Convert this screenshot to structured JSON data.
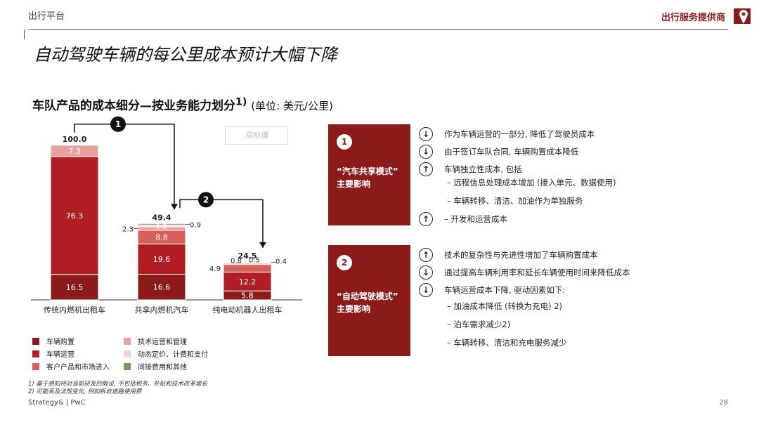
{
  "header": {
    "left": "出行平台",
    "right": "出行服务提供商"
  },
  "title": "自动驾驶车辆的每公里成本预计大幅下降",
  "subtitle": {
    "main": "车队产品的成本细分—按业务能力划分",
    "sup": "1)",
    "unit": "(单位: 美元/公里)"
  },
  "hint_box": "指标值",
  "chart_data": {
    "type": "bar",
    "stacked": true,
    "categories": [
      "传统内燃机出租车",
      "共享内燃机汽车",
      "纯电动机器人出租车"
    ],
    "totals": [
      100.0,
      49.4,
      24.5
    ],
    "series": [
      {
        "name": "车辆购置",
        "color": "#8b1a1a",
        "values": [
          16.5,
          16.6,
          5.8
        ]
      },
      {
        "name": "车辆运营",
        "color": "#b01e24",
        "values": [
          76.3,
          19.6,
          12.2
        ]
      },
      {
        "name": "客户产品和市场进入",
        "color": "#d9605a",
        "values": [
          0,
          8.8,
          4.9
        ]
      },
      {
        "name": "技术运营和管理",
        "color": "#e9a0a0",
        "values": [
          7.3,
          2.3,
          0.8
        ]
      },
      {
        "name": "动态定价、计费和支付",
        "color": "#f5d5d5",
        "values": [
          0,
          1.2,
          0.5
        ]
      },
      {
        "name": "间接费用和其他",
        "color": "#8f8a66",
        "values": [
          0,
          0.9,
          0.4
        ]
      }
    ],
    "labels": {
      "c0": [
        "16.5",
        "76.3",
        "7.3"
      ],
      "c1": [
        "16.6",
        "19.6",
        "8.8",
        "2.3",
        "1.2",
        "0.9"
      ],
      "c2": [
        "5.8",
        "12.2",
        "4.9",
        "0.8",
        "0.5",
        "0.4"
      ]
    },
    "total_labels": [
      "100.0",
      "49.4",
      "24.5"
    ],
    "step_markers": [
      "1",
      "2"
    ]
  },
  "legend": [
    {
      "label": "车辆购置",
      "color": "#8b1a1a"
    },
    {
      "label": "车辆运营",
      "color": "#b01e24"
    },
    {
      "label": "客户产品和市场进入",
      "color": "#d9605a"
    },
    {
      "label": "技术运营和管理",
      "color": "#e9a0a0"
    },
    {
      "label": "动态定价、计费和支付",
      "color": "#f5d5d5"
    },
    {
      "label": "间接费用和其他",
      "color": "#8f8a66"
    }
  ],
  "notes": [
    "1) 基于感知持对当前研发的假设, 不包括税务、补贴和技术改革增长",
    "2) 可能丢及法规变化, 例如拆收道路使用费"
  ],
  "panel1": {
    "badge": "1",
    "label_line1": "“汽车共享模式”",
    "label_line2": "主要影响",
    "rows": [
      {
        "arrow": "↓",
        "text": "作为车辆运营的一部分, 降低了驾驶员成本"
      },
      {
        "arrow": "↓",
        "text": "由于签订车队合同, 车辆购置成本降低"
      },
      {
        "arrow": "↑",
        "text": "车辆独立性成本, 包括"
      },
      {
        "arrow": "",
        "text": "–  远程信息处理成本增加 (接入单元、数据使用)"
      },
      {
        "arrow": "",
        "text": "–  车辆转移、清洁、加油作为单独服务"
      },
      {
        "arrow": "↑",
        "text": "–  开发和运营成本"
      }
    ]
  },
  "panel2": {
    "badge": "2",
    "label_line1": "“自动驾驶模式”",
    "label_line2": "主要影响",
    "rows": [
      {
        "arrow": "↑",
        "text": "技术的复杂性与先进性增加了车辆购置成本"
      },
      {
        "arrow": "↓",
        "text": "通过提高车辆利用率和延长车辆使用时间来降低成本"
      },
      {
        "arrow": "↓",
        "text": "车辆运营成本下降, 驱动因素如下:"
      },
      {
        "arrow": "",
        "text": "–  加油成本降低 (转换为充电) 2)"
      },
      {
        "arrow": "",
        "text": "–  泊车需求减少2)"
      },
      {
        "arrow": "",
        "text": "–  车辆转移、清洁和充电服务减少"
      }
    ]
  },
  "footer": {
    "left": "Strategy& | PwC",
    "right": "28"
  }
}
